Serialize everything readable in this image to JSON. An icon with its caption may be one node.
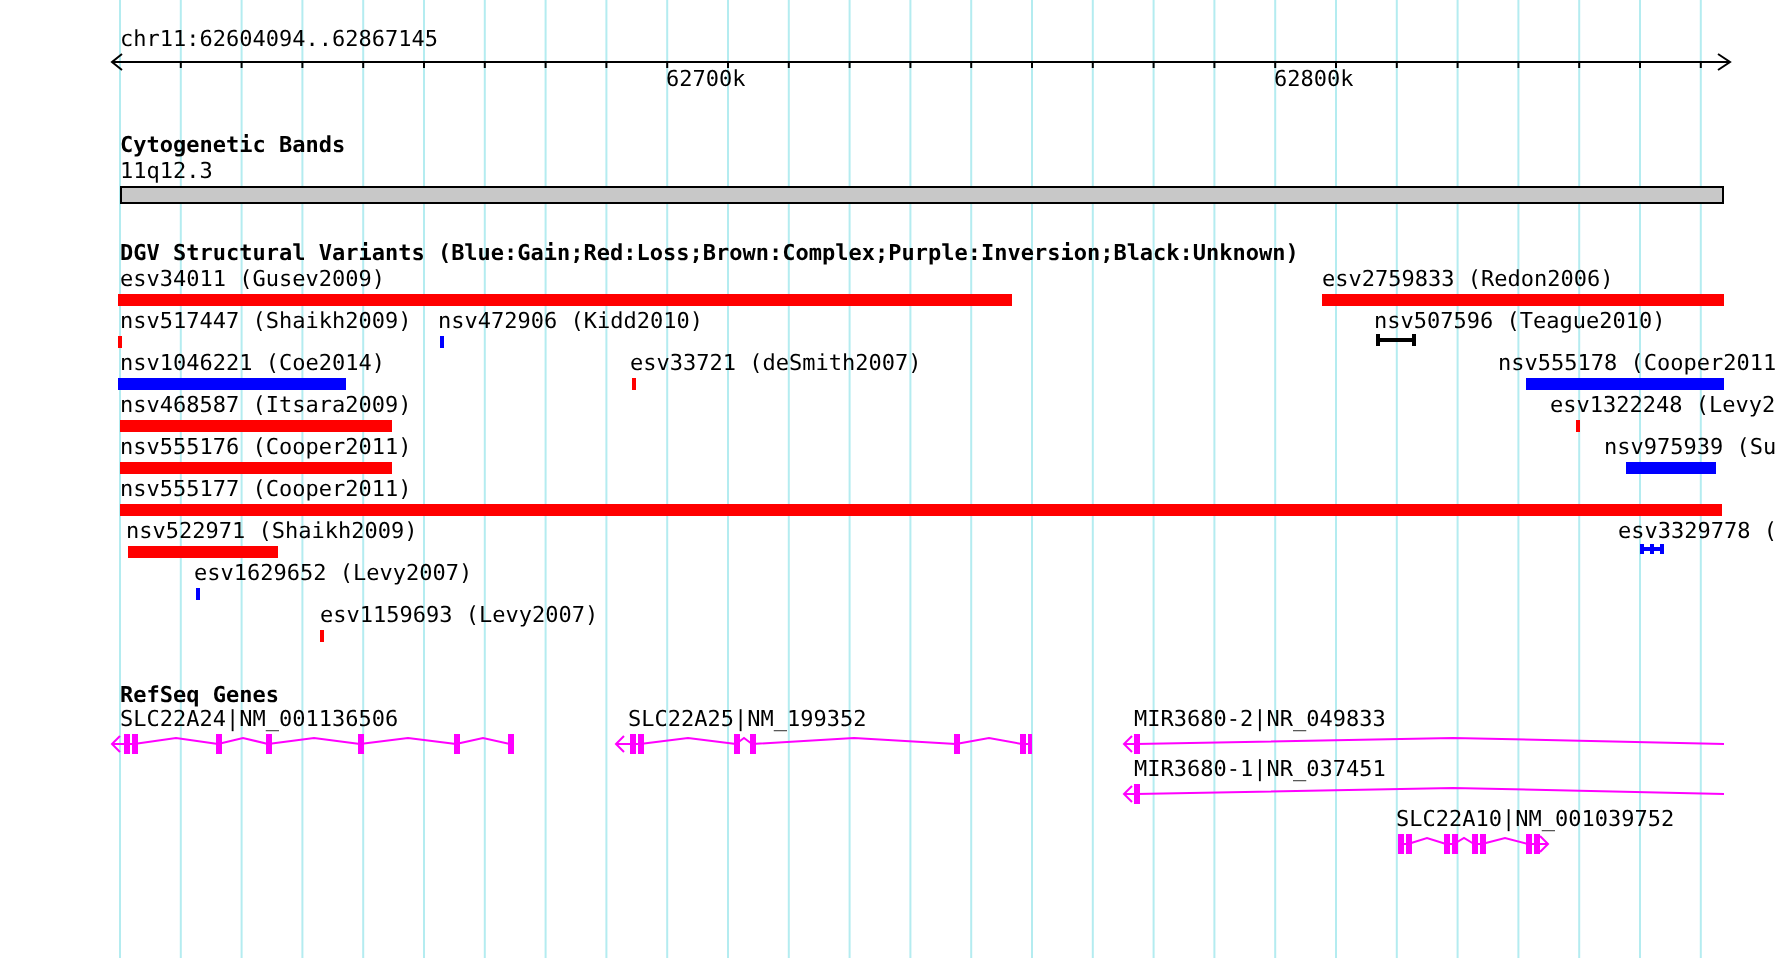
{
  "diagram": {
    "nodes": [
      {
        "text": [
          "11q12.3"
        ]
      },
      {
        "text": [
          "esv34011 (Gusev2009)"
        ]
      },
      {
        "text": [
          "esv2759833 (Redon2006)"
        ]
      },
      {
        "text": [
          "nsv517447 (Shaikh2009)"
        ]
      },
      {
        "text": [
          "nsv472906 (Kidd2010)"
        ]
      },
      {
        "text": [
          "nsv507596 (Teague2010)"
        ]
      },
      {
        "text": [
          "nsv1046221 (Coe2014)"
        ]
      },
      {
        "text": [
          "esv33721 (deSmith2007)"
        ]
      },
      {
        "text": [
          "nsv555178 (Cooper2011"
        ]
      },
      {
        "text": [
          "nsv468587 (Itsara2009)"
        ]
      },
      {
        "text": [
          "esv1322248 (Levy2"
        ]
      },
      {
        "text": [
          "nsv555176 (Cooper2011)"
        ]
      },
      {
        "text": [
          "nsv975939 (Su"
        ]
      },
      {
        "text": [
          "nsv555177 (Cooper2011)"
        ]
      },
      {
        "text": [
          "nsv522971 (Shaikh2009)"
        ]
      },
      {
        "text": [
          "esv3329778 ("
        ]
      },
      {
        "text": [
          "esv1629652 (Levy2007)"
        ]
      },
      {
        "text": [
          "esv1159693 (Levy2007)"
        ]
      },
      {
        "text": [
          "SLC22A24|NM_001136506"
        ]
      },
      {
        "text": [
          "SLC22A25|NM_199352"
        ]
      },
      {
        "text": [
          "MIR3680-2|NR_049833"
        ]
      },
      {
        "text": [
          "MIR3680-1|NR_037451"
        ]
      },
      {
        "text": [
          "SLC22A10|NM_001039752"
        ]
      }
    ],
    "labels": [
      "chr11:62604094..62867145",
      "62700k",
      "62800k",
      "Cytogenetic Bands",
      "DGV Structural Variants (Blue:Gain;Red:Loss;Brown:Complex;Purple:Inversion;Black:Unknown)",
      "RefSeq Genes"
    ]
  }
}
